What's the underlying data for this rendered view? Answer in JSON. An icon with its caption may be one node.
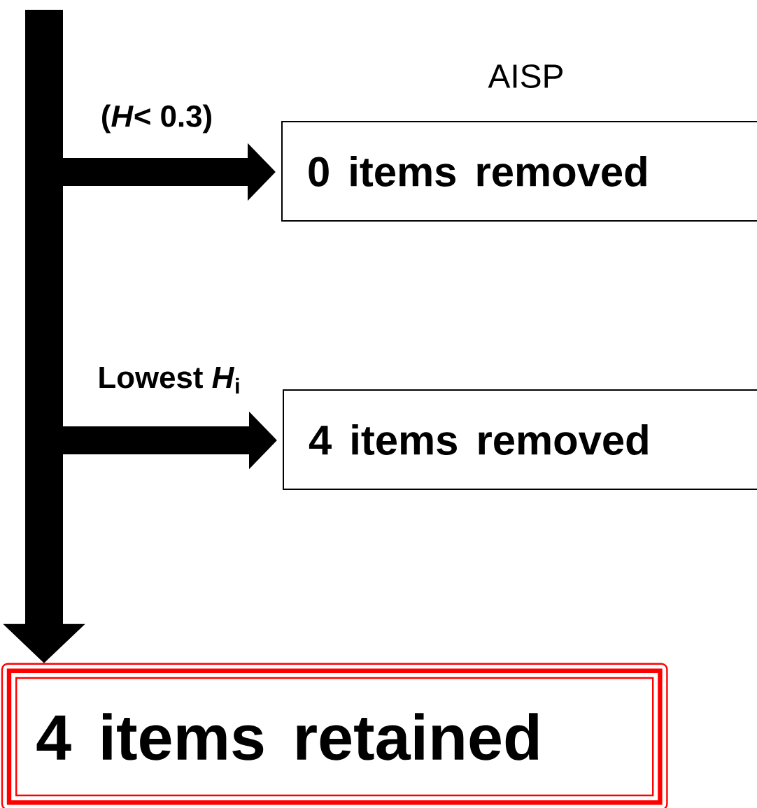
{
  "diagram": {
    "nodes": [
      {
        "text": [
          "0 items removed"
        ],
        "beside": [
          "AISP"
        ]
      },
      {
        "text": [
          "4 items removed"
        ]
      },
      {
        "text": [
          "4 items retained"
        ]
      }
    ],
    "edges": [
      {
        "from": null,
        "to": 2,
        "arrow": "to"
      },
      {
        "from": null,
        "to": 0,
        "arrow": "to",
        "label": "(*H*< 0.3)"
      },
      {
        "from": null,
        "to": 1,
        "arrow": "to",
        "label": "Lowest *H*$_{i}$"
      }
    ]
  }
}
